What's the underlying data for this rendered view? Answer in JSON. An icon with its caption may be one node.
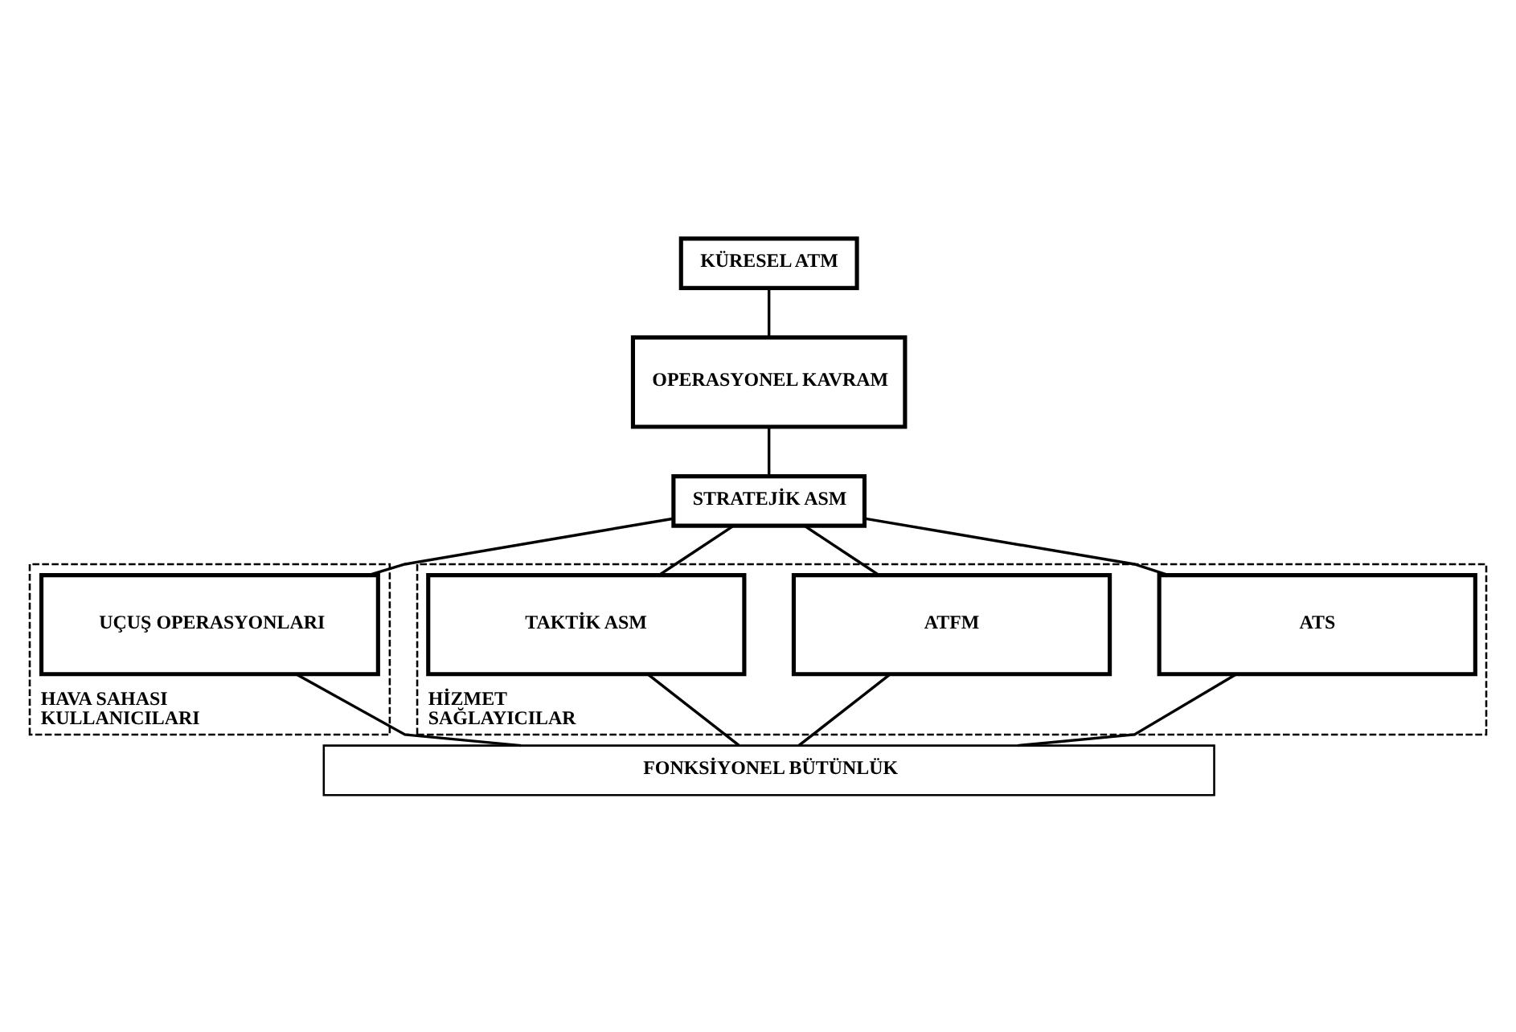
{
  "diagram": {
    "nodes": [
      {
        "text": [
          "KÜRESEL ATM"
        ]
      },
      {
        "text": [
          "OPERASYONEL KAVRAM"
        ]
      },
      {
        "text": [
          "STRATEJİK ASM"
        ]
      },
      {
        "text": [
          "HAVA SAHASI KULLANICILARI"
        ]
      },
      {
        "text": [
          "UÇUŞ OPERASYONLARI"
        ],
        "in": 3
      },
      {
        "text": [
          "HİZMET SAĞLAYICILAR"
        ]
      },
      {
        "text": [
          "ATS"
        ],
        "in": 5
      },
      {
        "text": [
          "ATFM"
        ],
        "in": 5
      },
      {
        "text": [
          "TAKTİK ASM"
        ],
        "in": 5
      },
      {
        "text": [
          "FONKSİYONEL BÜTÜNLÜK"
        ]
      }
    ],
    "edges": [
      {
        "from": 0,
        "to": 1,
        "arrow": "none"
      },
      {
        "from": 1,
        "to": 2,
        "arrow": "none"
      },
      {
        "from": 2,
        "to": 4,
        "arrow": "none"
      },
      {
        "from": 2,
        "to": 6,
        "arrow": "none"
      },
      {
        "from": 2,
        "to": 7,
        "arrow": "none"
      },
      {
        "from": 2,
        "to": 8,
        "arrow": "none"
      },
      {
        "from": 4,
        "to": 9,
        "arrow": "none"
      },
      {
        "from": 6,
        "to": 9,
        "arrow": "none"
      },
      {
        "from": 7,
        "to": 9,
        "arrow": "none"
      },
      {
        "from": 8,
        "to": 9,
        "arrow": "none"
      }
    ]
  }
}
